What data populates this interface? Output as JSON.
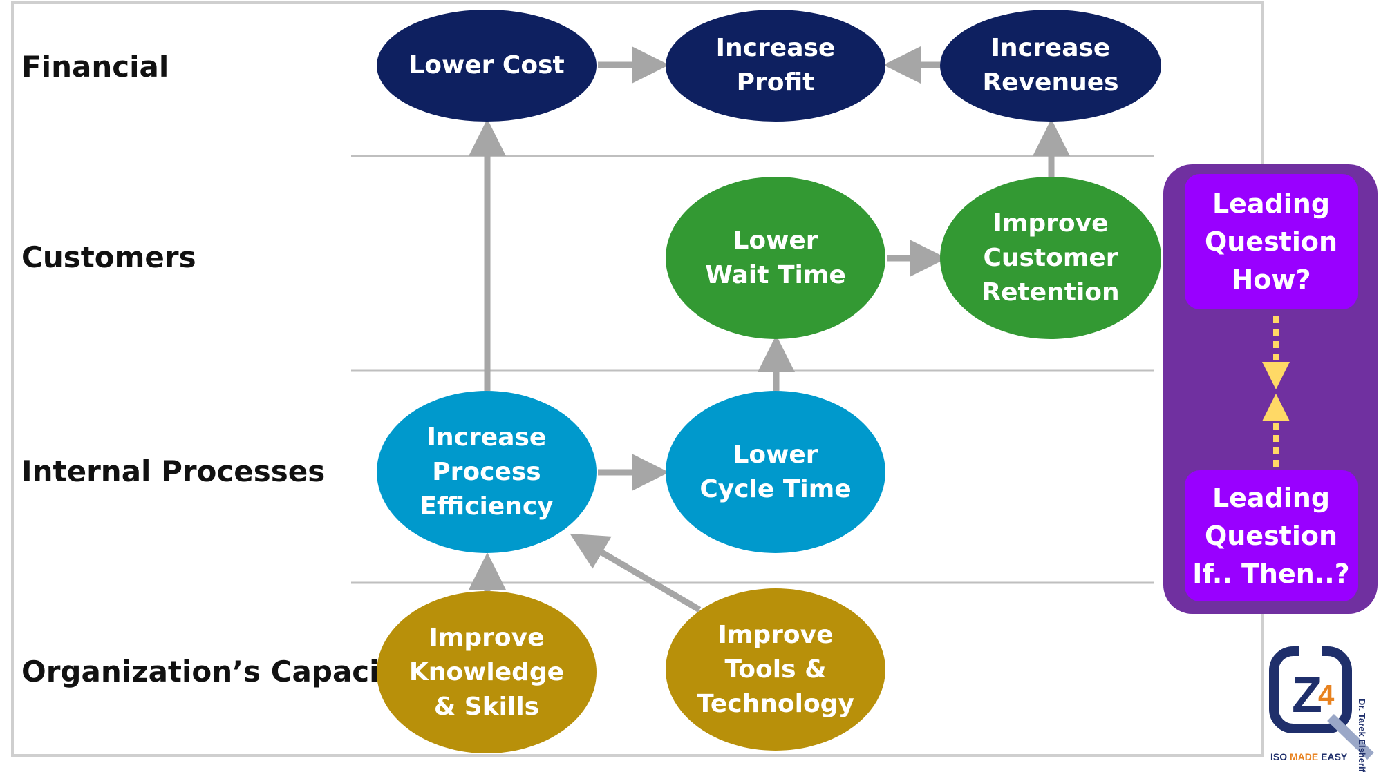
{
  "rows": {
    "financial": "Financial",
    "customers": "Customers",
    "internal": "Internal Processes",
    "capacity": "Organization’s Capacity"
  },
  "nodes": {
    "lower_cost": "Lower Cost",
    "increase_profit": "Increase\nProfit",
    "increase_revenues": "Increase\nRevenues",
    "lower_wait_time": "Lower\nWait Time",
    "improve_retention": "Improve\nCustomer\nRetention",
    "increase_efficiency": "Increase\nProcess\nEfficiency",
    "lower_cycle_time": "Lower\nCycle Time",
    "improve_knowledge": "Improve\nKnowledge\n& Skills",
    "improve_tools": "Improve\nTools &\nTechnology"
  },
  "panel": {
    "top_box": "Leading\nQuestion\nHow?",
    "bottom_box": "Leading\nQuestion\nIf.. Then..?"
  },
  "logo": {
    "letters": "Z",
    "number": "4",
    "caption_left": "ISO ",
    "caption_mid": "MADE",
    "caption_right": " EASY",
    "author": "Dr. Tarek Elsherif"
  },
  "colors": {
    "financial": "#0e2060",
    "customers": "#339933",
    "internal": "#0099cc",
    "capacity": "#b8900a",
    "panel": "#7030a0",
    "panel_box": "#9900ff",
    "arrow": "#a6a6a6",
    "dashed_arrow": "#ffd966"
  }
}
